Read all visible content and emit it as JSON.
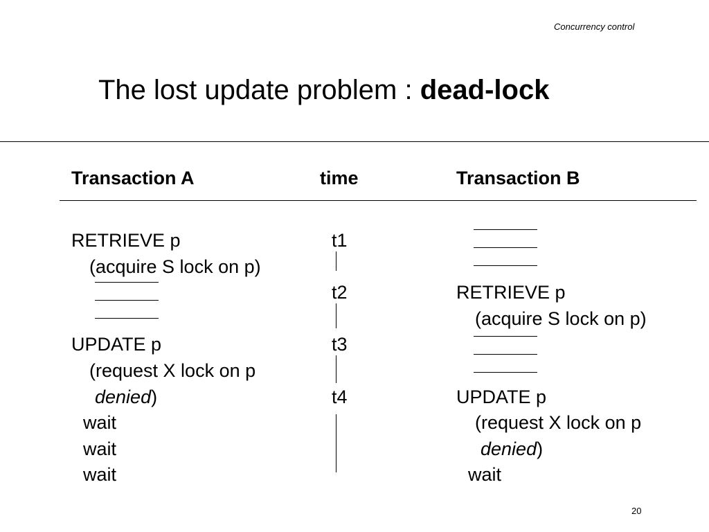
{
  "slide": {
    "topic": "Concurrency control",
    "title_plain": "The lost update problem : ",
    "title_bold": "dead-lock",
    "page_number": "20"
  },
  "table": {
    "headers": {
      "transaction_a": "Transaction A",
      "time": "time",
      "transaction_b": "Transaction B"
    },
    "transaction_a": [
      "RETRIEVE p",
      "(acquire S lock on p)",
      "UPDATE p",
      "(request X lock on p",
      "denied",
      ")",
      "wait",
      "wait",
      "wait"
    ],
    "time": [
      "t1",
      "t2",
      "t3",
      "t4"
    ],
    "transaction_b": [
      "RETRIEVE p",
      "(acquire S lock on p)",
      "UPDATE p",
      "(request X lock on p",
      "denied",
      ")",
      "wait"
    ]
  }
}
